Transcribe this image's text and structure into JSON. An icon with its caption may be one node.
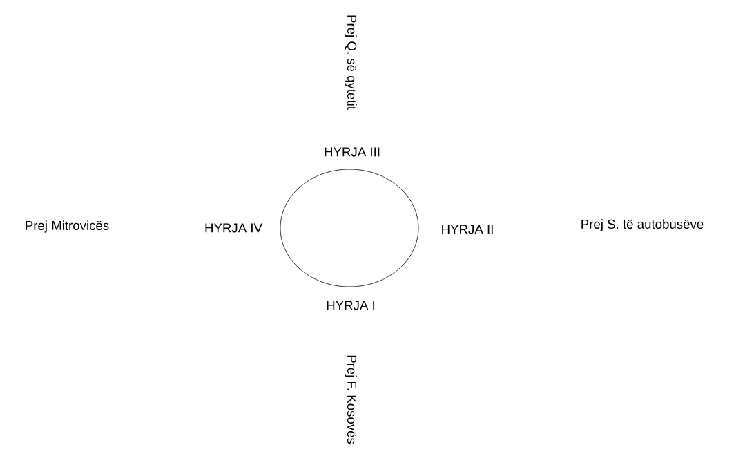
{
  "diagram": {
    "nodes": [
      {
        "text": [],
        "shape": "circle"
      }
    ],
    "labels": [
      "Prej Q. së qytetit",
      "HYRJA III",
      "Prej Mitrovicës",
      "HYRJA IV",
      "HYRJA II",
      "Prej S. të autobusëve",
      "HYRJA I",
      "Prej F. Kosovës"
    ]
  }
}
